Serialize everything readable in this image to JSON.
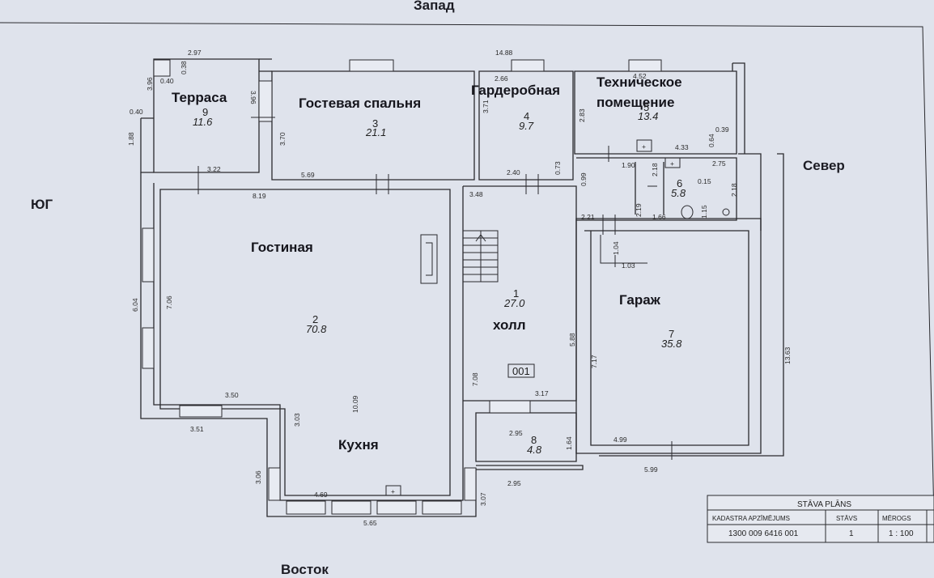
{
  "directions": {
    "west": "Запад",
    "east": "Восток",
    "south": "ЮГ",
    "north": "Север"
  },
  "rooms": [
    {
      "key": "terrace",
      "name": "Терраса",
      "number": "9",
      "area": "11.6"
    },
    {
      "key": "guest_bedroom",
      "name": "Гостевая спальня",
      "number": "3",
      "area": "21.1"
    },
    {
      "key": "wardrobe",
      "name": "Гардеробная",
      "number": "4",
      "area": "9.7"
    },
    {
      "key": "technical_room",
      "name_line1": "Техническое",
      "name_line2": "помещение",
      "number": "5",
      "area": "13.4"
    },
    {
      "key": "bathroom",
      "number": "6",
      "area": "5.8"
    },
    {
      "key": "living_room",
      "name": "Гостиная",
      "number": "2",
      "area": "70.8"
    },
    {
      "key": "hall",
      "name": "холл",
      "number": "1",
      "area": "27.0"
    },
    {
      "key": "garage",
      "name": "Гараж",
      "number": "7",
      "area": "35.8"
    },
    {
      "key": "vestibule",
      "number": "8",
      "area": "4.8"
    },
    {
      "key": "kitchen",
      "name": "Кухня"
    }
  ],
  "entrance_label": "001",
  "dimensions": [
    "2.97",
    "14.88",
    "0.40",
    "0.38",
    "3.96",
    "3.96",
    "0.40",
    "1.88",
    "3.22",
    "3.70",
    "5.69",
    "2.66",
    "3.71",
    "2.40",
    "0.73",
    "2.83",
    "4.52",
    "0.39",
    "4.33",
    "0.64",
    "1.90",
    "2.18",
    "2.75",
    "0.15",
    "2.18",
    "0.99",
    "8.19",
    "3.48",
    "2.21",
    "2.19",
    "1.66",
    "1.15",
    "1.04",
    "1.03",
    "6.04",
    "7.06",
    "5.88",
    "7.17",
    "13.63",
    "3.50",
    "3.51",
    "3.03",
    "10.09",
    "7.08",
    "3.17",
    "2.95",
    "1.64",
    "4.99",
    "5.99",
    "2.95",
    "3.06",
    "4.69",
    "5.65",
    "3.07"
  ],
  "title_block": {
    "title": "STĀVA PLĀNS",
    "col1_header": "KADASTRA APZĪMĒJUMS",
    "col2_header": "STĀVS",
    "col3_header": "MĒROGS",
    "col1_value": "1300 009 6416 001",
    "col2_value": "1",
    "col3_value": "1 : 100"
  }
}
